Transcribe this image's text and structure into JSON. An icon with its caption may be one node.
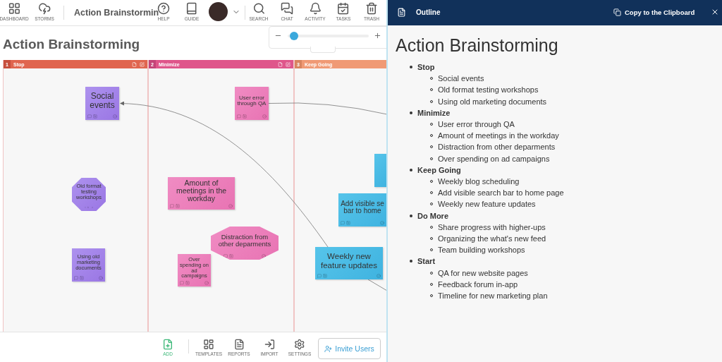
{
  "diagram": {
    "title": "Action Brainstorming",
    "nodes": [
      {
        "text": [
          "1",
          "Stop"
        ]
      },
      {
        "text": [
          "2",
          "Minimize"
        ]
      },
      {
        "text": [
          "3",
          "Keep Going"
        ]
      },
      {
        "text": [
          "Social events"
        ],
        "in": 0
      },
      {
        "text": [
          "Old format testing workshops"
        ],
        "in": 0
      },
      {
        "text": [
          "Using old marketing documents"
        ],
        "in": 0
      },
      {
        "text": [
          "User error through QA"
        ],
        "in": 1
      },
      {
        "text": [
          "Amount of meetings in the workday"
        ],
        "in": 1
      },
      {
        "text": [
          "Distraction from other deparments"
        ],
        "in": 1
      },
      {
        "text": [
          "Over spending on ad campaigns"
        ],
        "in": 1
      },
      {
        "text": [],
        "shape": "box",
        "in": 2
      },
      {
        "text": [
          "Add visible se bar to home"
        ],
        "in": 2
      },
      {
        "text": [
          "Weekly new feature updates"
        ],
        "in": 2
      }
    ],
    "edges": [
      {
        "from": 12,
        "to": 3,
        "arrow": "to"
      },
      {
        "from": 6,
        "to": null,
        "arrow": "none"
      },
      {
        "from": 12,
        "to": null,
        "arrow": "none"
      }
    ],
    "labels": [
      "DASHBOARD",
      "STORMS",
      "Action Brainstormin",
      "HELP",
      "GUIDE",
      "SEARCH",
      "CHAT",
      "ACTIVITY",
      "TASKS",
      "TRASH",
      "ADD",
      "TEMPLATES",
      "REPORTS",
      "IMPORT",
      "SETTINGS",
      "Invite Users",
      "Outline",
      "Copy to the Clipboard",
      "Action Brainstorming",
      "Stop",
      "Social events",
      "Old format testing workshops",
      "Using old marketing documents",
      "Minimize",
      "User error through QA",
      "Amount of meetings in the workday",
      "Distraction from other deparments",
      "Over spending on ad campaigns",
      "Keep Going",
      "Weekly blog scheduling",
      "Add visible search bar to home page",
      "Weekly new feature updates",
      "Do More",
      "Share progress with higher-ups",
      "Organizing the what's new feed",
      "Team building workshops",
      "Start",
      "QA for new website pages",
      "Feedback forum in-app",
      "Timeline for new marketing plan"
    ]
  }
}
